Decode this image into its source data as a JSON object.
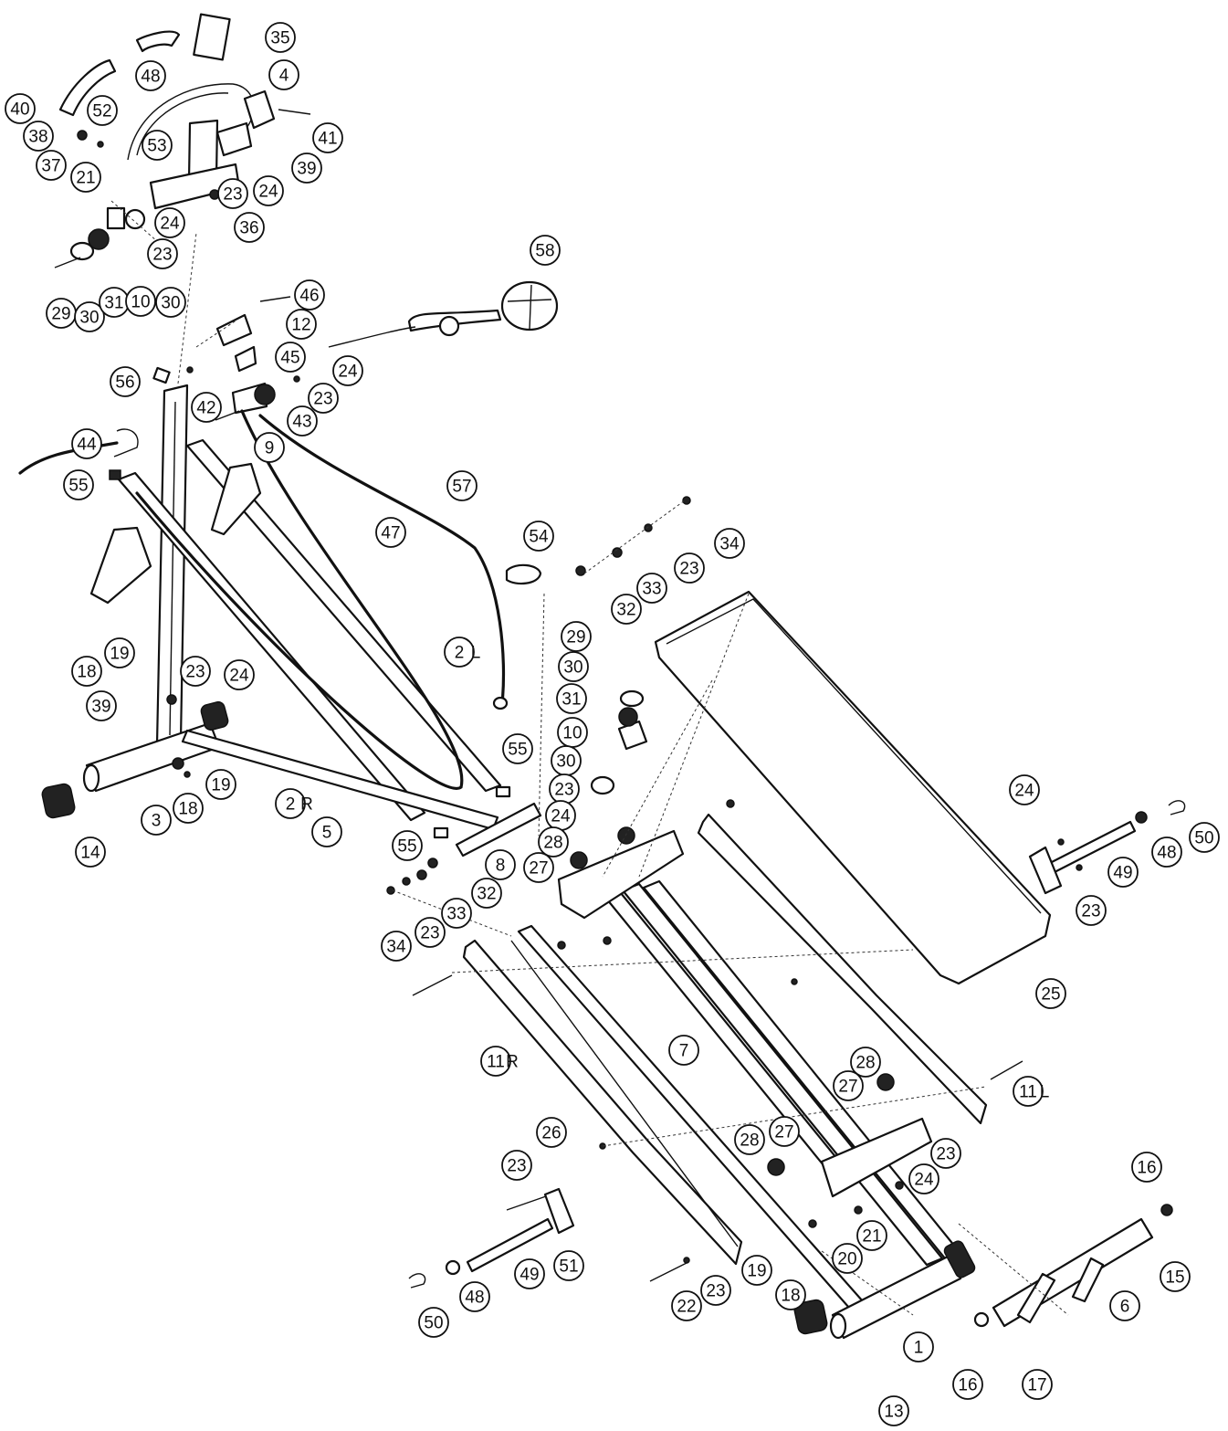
{
  "diagram": {
    "callouts": [
      {
        "label": "35"
      },
      {
        "label": "48"
      },
      {
        "label": "4"
      },
      {
        "label": "40"
      },
      {
        "label": "52"
      },
      {
        "label": "38"
      },
      {
        "label": "53"
      },
      {
        "label": "41"
      },
      {
        "label": "37"
      },
      {
        "label": "39"
      },
      {
        "label": "21"
      },
      {
        "label": "23"
      },
      {
        "label": "24"
      },
      {
        "label": "24"
      },
      {
        "label": "36"
      },
      {
        "label": "23"
      },
      {
        "label": "29"
      },
      {
        "label": "30"
      },
      {
        "label": "31"
      },
      {
        "label": "10"
      },
      {
        "label": "30"
      },
      {
        "label": "58"
      },
      {
        "label": "46"
      },
      {
        "label": "12"
      },
      {
        "label": "45"
      },
      {
        "label": "24"
      },
      {
        "label": "56"
      },
      {
        "label": "23"
      },
      {
        "label": "42"
      },
      {
        "label": "43"
      },
      {
        "label": "9"
      },
      {
        "label": "44"
      },
      {
        "label": "57"
      },
      {
        "label": "55"
      },
      {
        "label": "47"
      },
      {
        "label": "54"
      },
      {
        "label": "34"
      },
      {
        "label": "23"
      },
      {
        "label": "33"
      },
      {
        "label": "32"
      },
      {
        "label": "29"
      },
      {
        "label": "30"
      },
      {
        "label": "31"
      },
      {
        "label": "10"
      },
      {
        "label": "30"
      },
      {
        "label": "23"
      },
      {
        "label": "24"
      },
      {
        "label": "28"
      },
      {
        "label": "27"
      },
      {
        "label": "2",
        "suffix": "L"
      },
      {
        "label": "19"
      },
      {
        "label": "18"
      },
      {
        "label": "23"
      },
      {
        "label": "24"
      },
      {
        "label": "39"
      },
      {
        "label": "55"
      },
      {
        "label": "19"
      },
      {
        "label": "3"
      },
      {
        "label": "18"
      },
      {
        "label": "2",
        "suffix": "R"
      },
      {
        "label": "5"
      },
      {
        "label": "14"
      },
      {
        "label": "55"
      },
      {
        "label": "8"
      },
      {
        "label": "32"
      },
      {
        "label": "33"
      },
      {
        "label": "23"
      },
      {
        "label": "34"
      },
      {
        "label": "24"
      },
      {
        "label": "50"
      },
      {
        "label": "49"
      },
      {
        "label": "48"
      },
      {
        "label": "23"
      },
      {
        "label": "25"
      },
      {
        "label": "7"
      },
      {
        "label": "11",
        "suffix": "R"
      },
      {
        "label": "28"
      },
      {
        "label": "27"
      },
      {
        "label": "11",
        "suffix": "L"
      },
      {
        "label": "26"
      },
      {
        "label": "23"
      },
      {
        "label": "23"
      },
      {
        "label": "28"
      },
      {
        "label": "27"
      },
      {
        "label": "24"
      },
      {
        "label": "16"
      },
      {
        "label": "21"
      },
      {
        "label": "49"
      },
      {
        "label": "51"
      },
      {
        "label": "20"
      },
      {
        "label": "19"
      },
      {
        "label": "18"
      },
      {
        "label": "15"
      },
      {
        "label": "50"
      },
      {
        "label": "48"
      },
      {
        "label": "22"
      },
      {
        "label": "23"
      },
      {
        "label": "6"
      },
      {
        "label": "1"
      },
      {
        "label": "16"
      },
      {
        "label": "17"
      },
      {
        "label": "13"
      }
    ]
  }
}
